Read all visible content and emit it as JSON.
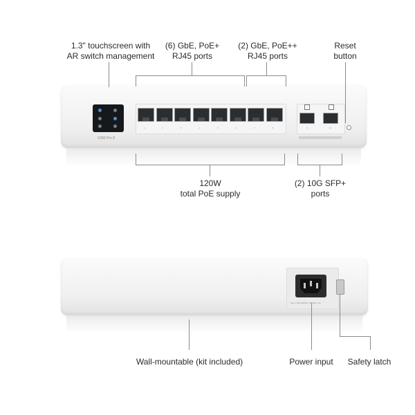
{
  "callouts": {
    "touchscreen": [
      "1.3\" touchscreen with",
      "AR switch management"
    ],
    "gbe_poe_plus": [
      "(6) GbE, PoE+",
      "RJ45 ports"
    ],
    "gbe_poe_plusplus": [
      "(2) GbE, PoE++",
      "RJ45 ports"
    ],
    "reset": [
      "Reset",
      "button"
    ],
    "poe_supply": [
      "120W",
      "total PoE supply"
    ],
    "sfp": [
      "(2) 10G SFP+",
      "ports"
    ],
    "wall_mount": "Wall-mountable (kit included)",
    "power_input": "Power input",
    "safety_latch": "Safety latch"
  },
  "front_panel": {
    "model_label": "USW Pro 8",
    "rj45_port_numbers": [
      "1",
      "2",
      "3",
      "4",
      "5",
      "6",
      "7",
      "8"
    ],
    "sfp_port_numbers": [
      "9",
      "10"
    ]
  },
  "rear_panel": {
    "power_rating_text": "Input: 100-240VAC, 50/60Hz, 2A"
  },
  "colors": {
    "device_body": "#f2f2f2",
    "port_dark": "#2b2e30",
    "leader_line": "#8a8a8a",
    "screen": "#16191c"
  }
}
